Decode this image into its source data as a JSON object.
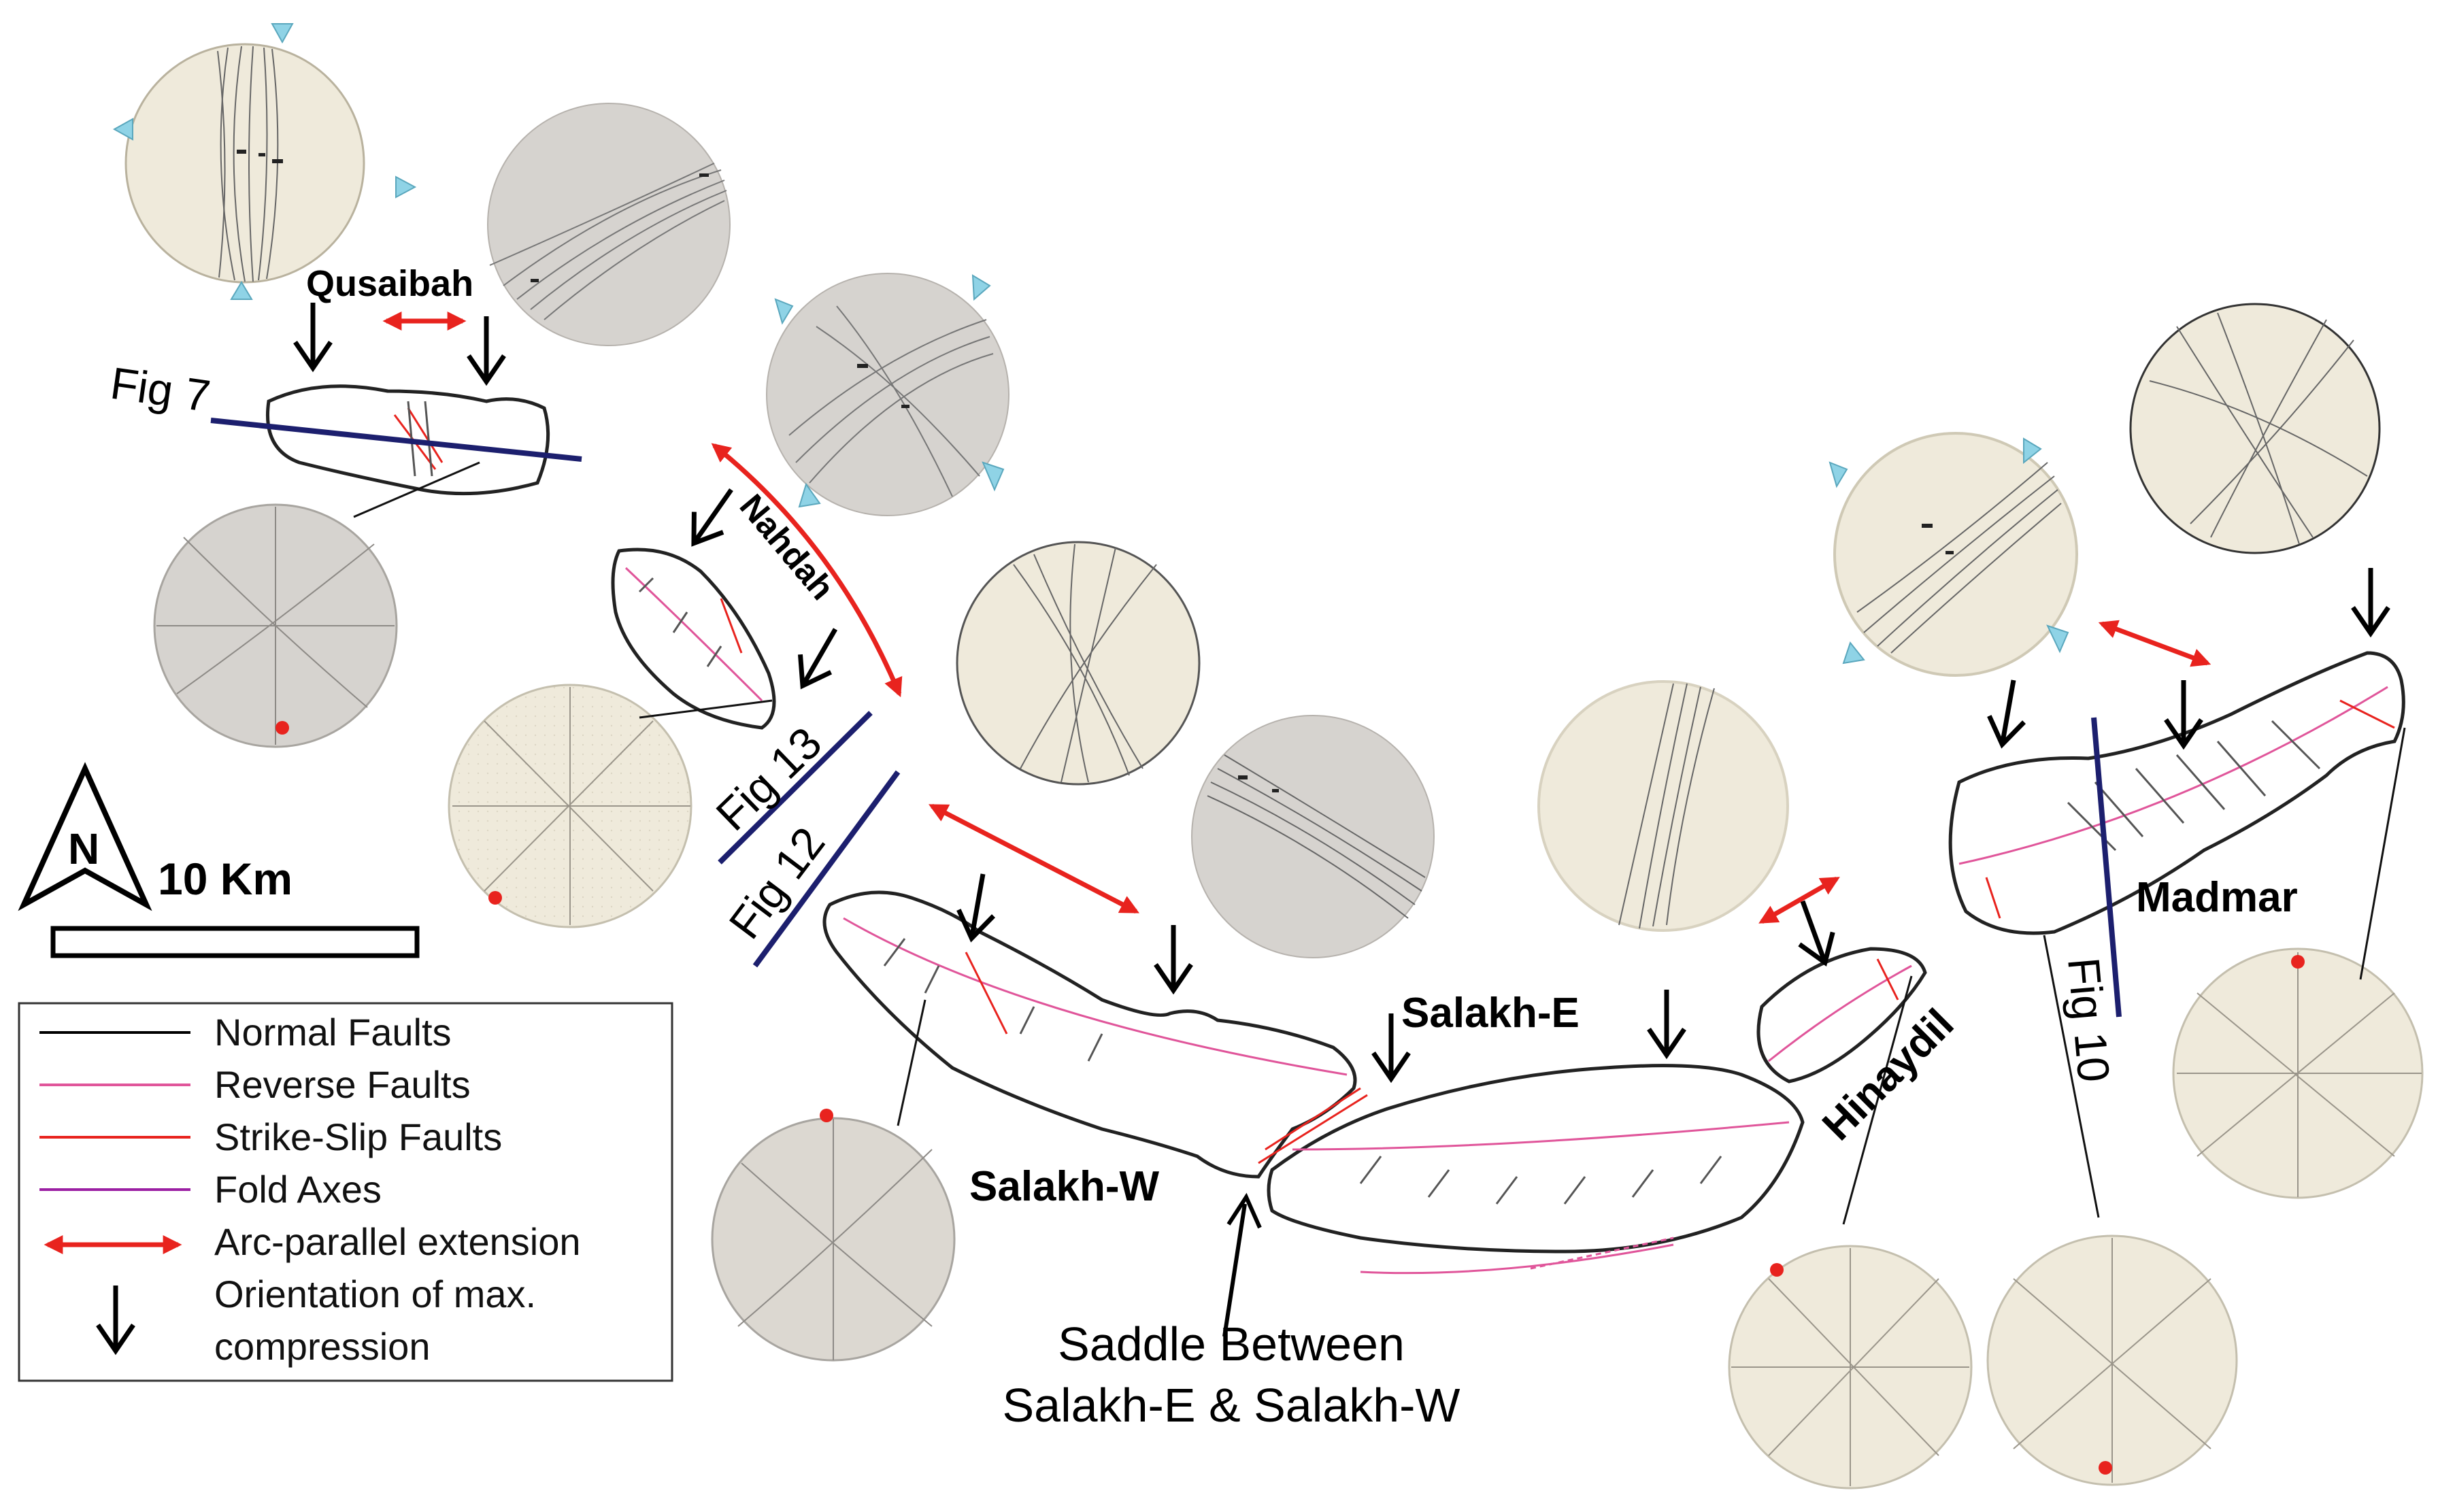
{
  "labels": {
    "qusaibah": "Qusaibah",
    "nahdah": "Nahdah",
    "salakh_w": "Salakh-W",
    "salakh_e": "Salakh-E",
    "hinaydil": "Hinaydil",
    "madmar": "Madmar",
    "fig7": "Fig 7",
    "fig13": "Fig 13",
    "fig12": "Fig 12",
    "fig10": "Fig 10",
    "saddle_line1": "Saddle Between",
    "saddle_line2": "Salakh-E & Salakh-W"
  },
  "north_arrow": {
    "letter": "N"
  },
  "scale_bar": {
    "label": "10 Km"
  },
  "legend": {
    "items": [
      {
        "label": "Normal Faults",
        "color": "#000000"
      },
      {
        "label": "Reverse Faults",
        "color": "#e0559a"
      },
      {
        "label": "Strike-Slip Faults",
        "color": "#e8231e"
      },
      {
        "label": "Fold Axes",
        "color": "#9b1fa3"
      },
      {
        "label": "Arc-parallel extension",
        "color": "#e8231e"
      },
      {
        "label": "Orientation of max.",
        "color": "#000000"
      },
      {
        "label": "compression",
        "color": "#000000"
      }
    ]
  },
  "colors": {
    "stereonet_cream": "#efeadb",
    "stereonet_grey": "#d6d3cf",
    "structure_line": "#9aa0a6",
    "fig_line": "#1c1f6e",
    "extension_arrow": "#e8231e",
    "reverse_fault": "#e0559a",
    "strike_slip": "#e8231e",
    "kinematic_arrow": "#8fd3e6"
  }
}
